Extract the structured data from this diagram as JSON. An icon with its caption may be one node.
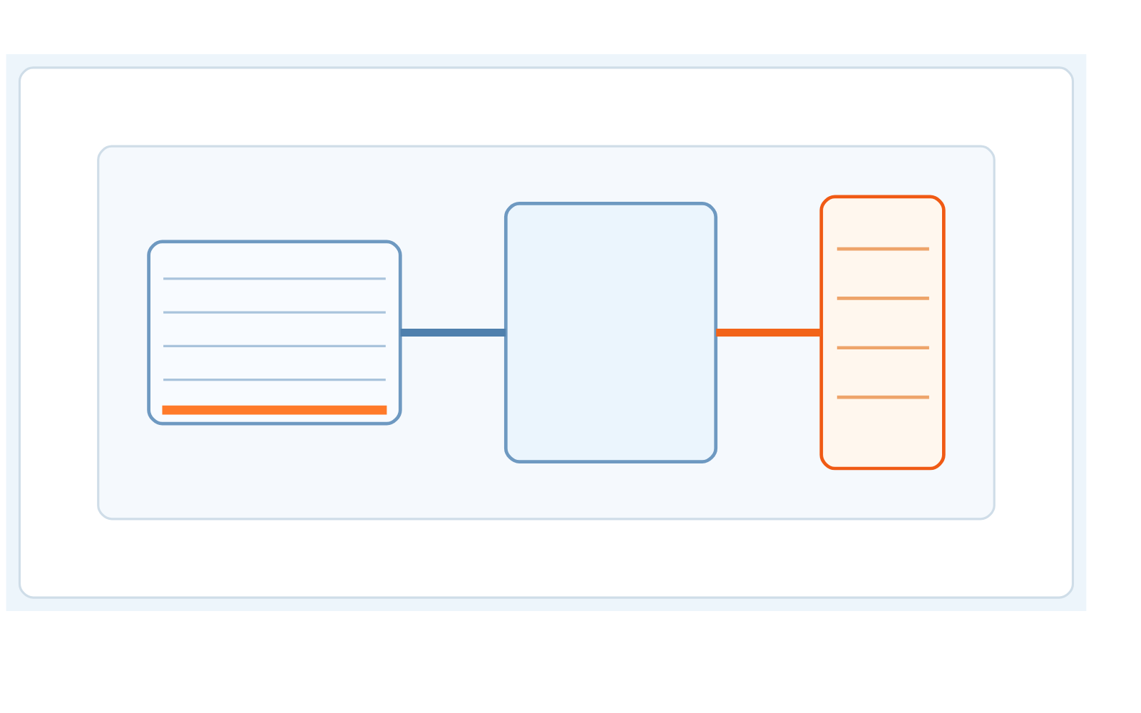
{
  "diagram": {
    "nodes": [
      {
        "text": [],
        "shape": "box"
      },
      {
        "text": [],
        "shape": "box",
        "in": 0
      },
      {
        "text": [],
        "shape": "box",
        "in": 1
      },
      {
        "text": [],
        "shape": "box",
        "in": 1
      },
      {
        "text": [],
        "shape": "box",
        "in": 1
      }
    ],
    "edges": [
      {
        "from": 2,
        "to": 3,
        "arrow": "none",
        "color": "#4f80ad"
      },
      {
        "from": 3,
        "to": 4,
        "arrow": "none",
        "color": "#f26419"
      }
    ]
  }
}
